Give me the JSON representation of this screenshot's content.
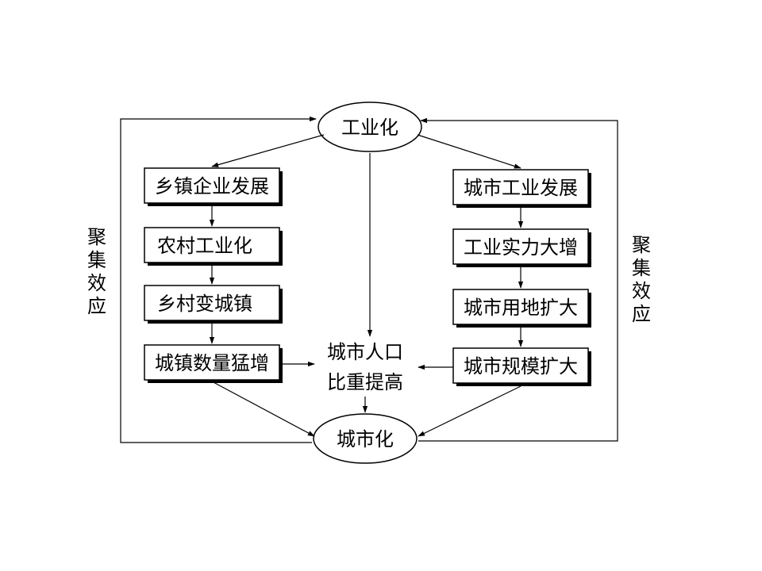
{
  "nodes": {
    "top": "工业化",
    "bottom": "城市化",
    "left": [
      "乡镇企业发展",
      "农村工业化",
      "乡村变城镇",
      "城镇数量猛增"
    ],
    "right": [
      "城市工业发展",
      "工业实力大增",
      "城市用地扩大",
      "城市规模扩大"
    ],
    "center": [
      "城市人口",
      "比重提高"
    ]
  },
  "side_labels": {
    "left": [
      "聚",
      "集",
      "效",
      "应"
    ],
    "right": [
      "聚",
      "集",
      "效",
      "应"
    ]
  }
}
